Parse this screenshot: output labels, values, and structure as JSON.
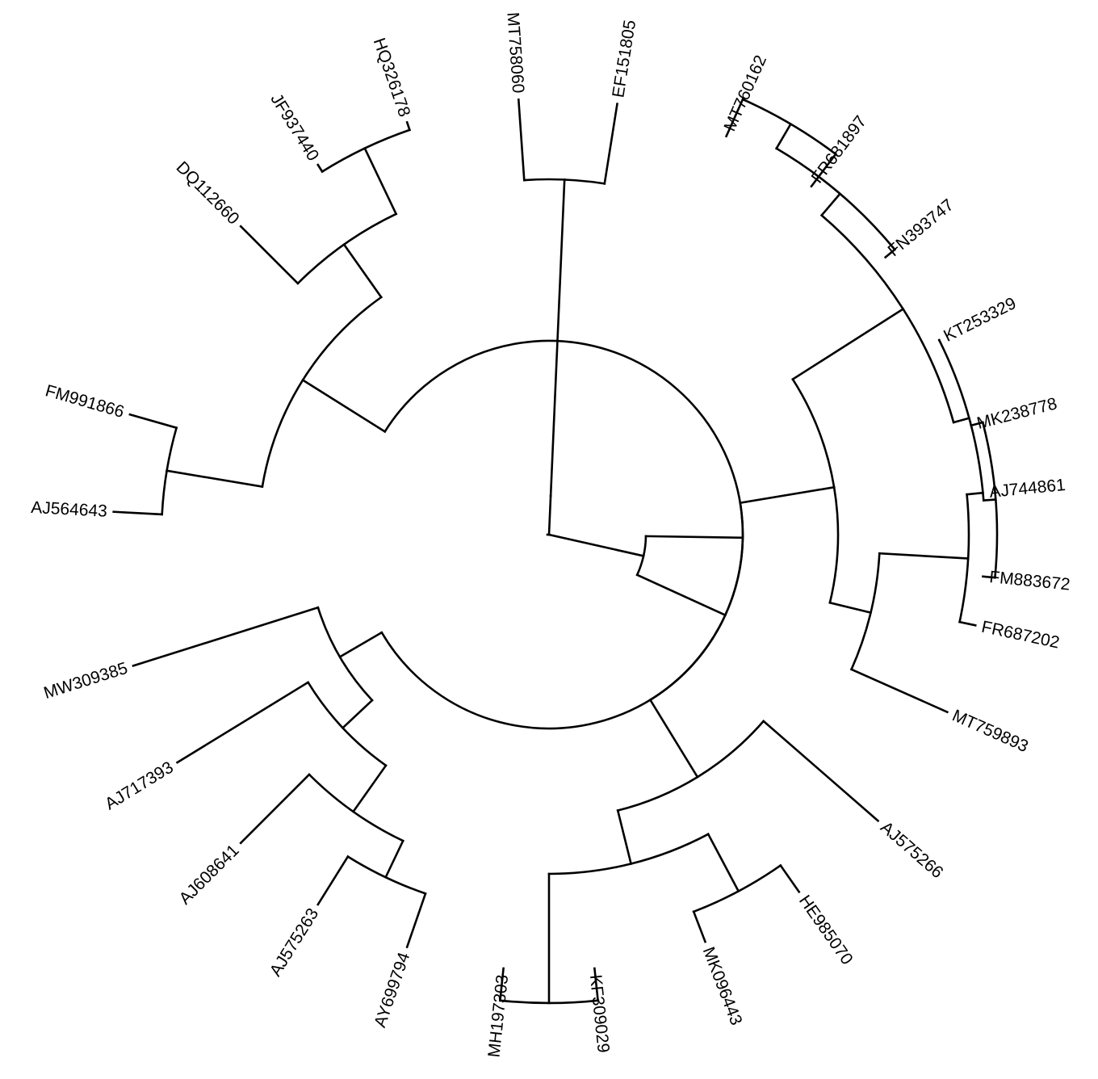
{
  "diagram": {
    "type": "circular-phylogenetic-tree",
    "line_color": "#000000",
    "background": "#ffffff",
    "leaves": [
      "AJ744861",
      "FM883672",
      "MK238778",
      "KT253329",
      "FN393747",
      "FR681897",
      "MT760162",
      "EF151805",
      "MT758060",
      "HQ326178",
      "JF937440",
      "DQ112660",
      "FM991866",
      "AJ564643",
      "MW309385",
      "AJ717393",
      "AJ608641",
      "AJ575263",
      "AY699794",
      "MH197303",
      "KF309029",
      "MK096443",
      "HE985070",
      "AJ575266",
      "MT759893",
      "FR687202"
    ]
  }
}
